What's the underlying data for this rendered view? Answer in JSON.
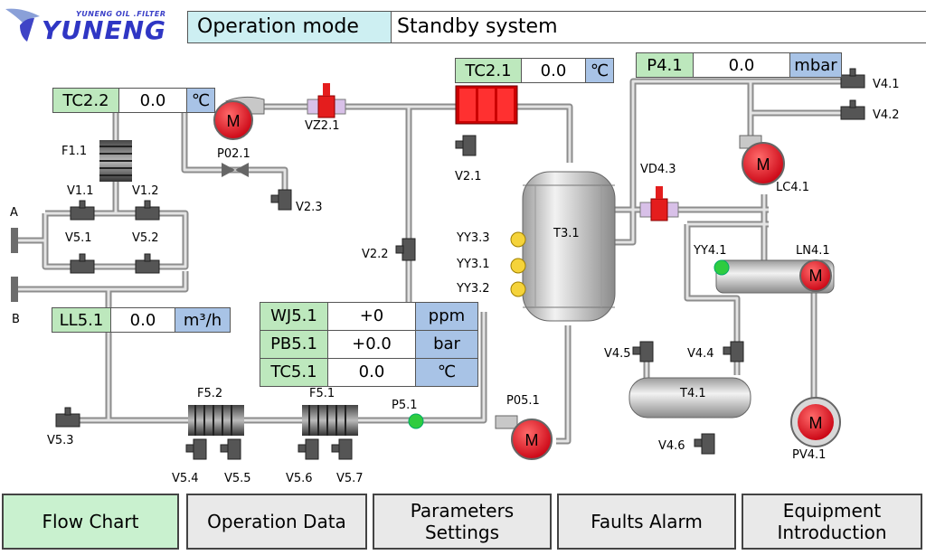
{
  "logo": {
    "tagline": "YUNENG OIL .FILTER",
    "brand": "YUNENG"
  },
  "mode": {
    "label": "Operation mode",
    "value": "Standby system"
  },
  "instruments": {
    "tc22": {
      "name": "TC2.2",
      "value": "0.0",
      "unit": "℃"
    },
    "tc21": {
      "name": "TC2.1",
      "value": "0.0",
      "unit": "℃"
    },
    "p41": {
      "name": "P4.1",
      "value": "0.0",
      "unit": "mbar"
    },
    "ll51": {
      "name": "LL5.1",
      "value": "0.0",
      "unit": "m³/h"
    },
    "wj51": {
      "name": "WJ5.1",
      "value": "+0",
      "unit": "ppm"
    },
    "pb51": {
      "name": "PB5.1",
      "value": "+0.0",
      "unit": "bar"
    },
    "tc51": {
      "name": "TC5.1",
      "value": "0.0",
      "unit": "℃"
    }
  },
  "labels": {
    "f11": "F1.1",
    "v11": "V1.1",
    "v12": "V1.2",
    "v51": "V5.1",
    "v52": "V5.2",
    "a": "A",
    "b": "B",
    "p021": "P02.1",
    "vz21": "VZ2.1",
    "v23": "V2.3",
    "v21": "V2.1",
    "v22": "V2.2",
    "yy33": "YY3.3",
    "yy31": "YY3.1",
    "yy32": "YY3.2",
    "t31": "T3.1",
    "vd43": "VD4.3",
    "v41": "V4.1",
    "v42": "V4.2",
    "lc41": "LC4.1",
    "yy41": "YY4.1",
    "ln41": "LN4.1",
    "v45": "V4.5",
    "v44": "V4.4",
    "t41": "T4.1",
    "v46": "V4.6",
    "pv41": "PV4.1",
    "f52": "F5.2",
    "f51": "F5.1",
    "p51": "P5.1",
    "p051": "P05.1",
    "v53": "V5.3",
    "v54": "V5.4",
    "v55": "V5.5",
    "v56": "V5.6",
    "v57": "V5.7",
    "motor": "M"
  },
  "nav": [
    {
      "label": "Flow Chart"
    },
    {
      "label": "Operation Data"
    },
    {
      "label": "Parameters Settings"
    },
    {
      "label": "Faults Alarm"
    },
    {
      "label": "Equipment Introduction"
    }
  ],
  "colors": {
    "pipe": "#c8c8c8",
    "pump": "#e0101a",
    "heater": "#e41d1d",
    "indicator_on": "#2ecc40",
    "indicator_off": "#f5d33a",
    "active_tab": "#c9f1cf"
  }
}
